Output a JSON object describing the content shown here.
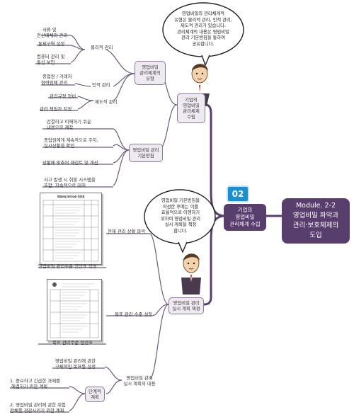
{
  "main": {
    "title_line1": "Module. 2-2",
    "title_line2": "영업비밀 파악과",
    "title_line3": "관리·보호체제의",
    "title_line4": "도입"
  },
  "center": {
    "badge": "02",
    "line1": "기업의",
    "line2": "영업비밀",
    "line3": "관리체계 수립"
  },
  "bubble_top": {
    "l1": "영업비밀의 관리체계적",
    "l2": "유형은 물리적 관리, 인적 관리,",
    "l3": "제도적 관리가 있습니다.",
    "l4": "관리체계의 내용은 영업비밀",
    "l5": "관리 기본방침을 통하여",
    "l6": "공유합니다."
  },
  "bubble_mid": {
    "l1": "영업비밀 기본방침을",
    "l2": "작성한 후에는 이를",
    "l3": "효율적으로 이행하기",
    "l4": "위하여 영업비밀 관리",
    "l5": "실시 계획을 책정",
    "l6": "합니다."
  },
  "upper_branch": {
    "node_system": {
      "l1": "기업의",
      "l2": "영업비밀",
      "l3": "관리체계",
      "l4": "수립"
    },
    "node_types": {
      "l1": "영업비밀",
      "l2": "관리체계의",
      "l3": "유형"
    },
    "physical": {
      "label": "물리적 관리",
      "leaf1_l1": "서류 및",
      "leaf1_l2": "전산매체의 관리",
      "leaf2": "통제구역 설정",
      "leaf3_l1": "컴퓨터 관리 및",
      "leaf3_l2": "통신 보안"
    },
    "human": {
      "label": "인적 관리",
      "leaf1_l1": "종업원 / 거래처",
      "leaf1_l2": "협력업체 관리"
    },
    "institutional": {
      "label": "제도적 관리",
      "leaf1": "관리규정 정비",
      "leaf2": "관리 책임자 지정"
    },
    "policy": {
      "l1": "영업비밀 관리",
      "l2": "기본방침",
      "leaf1_l1": "간결하고 이해하기 쉬운",
      "leaf1_l2": "내용으로 제작",
      "leaf2_l1": "종업원에게 계속적으로 주지,",
      "leaf2_l2": "실시상황을 확인",
      "leaf3": "상황에 맞추어 재검토 및 개선",
      "leaf4_l1": "사고 발생 시 취할 시스템을",
      "leaf4_l2": "포함, 지속적으로 대처"
    }
  },
  "lower_branch": {
    "node_plan": {
      "l1": "영업비밀 관리",
      "l2": "실시 계획 책정"
    },
    "status": {
      "label": "현재 관리 상황 파악",
      "caption": "영업비밀 관리수준 진단표 작성",
      "doc_title": "영업비밀 관리수준 진단표"
    },
    "target": {
      "label": "목표 관리 수준 설정",
      "caption": "목표 관리수준 점검표"
    },
    "content": {
      "l1": "영업비밀 관리",
      "l2": "실시 계획의 내용",
      "leaf_top_l1": "영업비밀 관리에 관한",
      "leaf_top_l2": "구체적인 목표를 설정",
      "phase": {
        "l1": "단계적",
        "l2": "계획"
      },
      "step1_l1": "1. 중요하고 긴급한 과제를",
      "step1_l2": "해결하기 위한 계획",
      "step2_l1": "2. 영업비밀 관리에 관한 위험",
      "step2_l2": "전체를 경감시키기 위한 계획"
    }
  }
}
